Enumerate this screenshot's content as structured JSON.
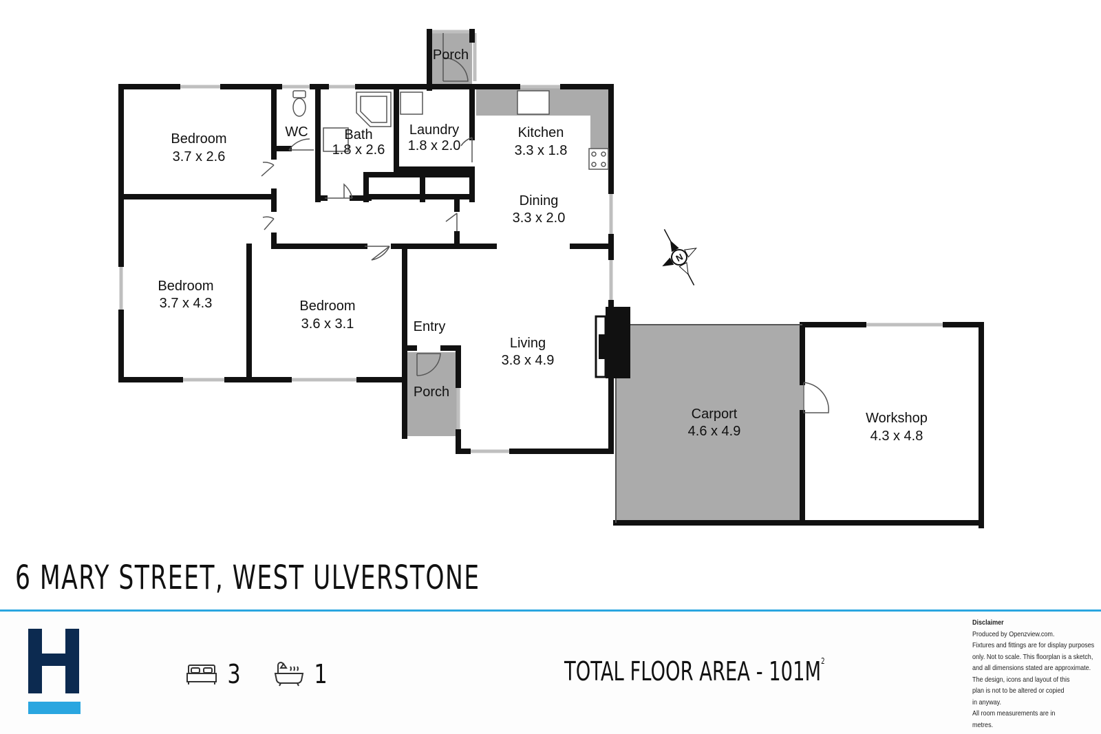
{
  "address": "6 MARY STREET, WEST ULVERSTONE",
  "rooms": [
    {
      "id": "bedroom-1",
      "name": "Bedroom",
      "dims": "3.7 x 2.6"
    },
    {
      "id": "wc",
      "name": "WC",
      "dims": ""
    },
    {
      "id": "bath",
      "name": "Bath",
      "dims": "1.8 x 2.6"
    },
    {
      "id": "laundry",
      "name": "Laundry",
      "dims": "1.8 x 2.0"
    },
    {
      "id": "porch-rear",
      "name": "Porch",
      "dims": ""
    },
    {
      "id": "kitchen",
      "name": "Kitchen",
      "dims": "3.3 x 1.8"
    },
    {
      "id": "dining",
      "name": "Dining",
      "dims": "3.3 x 2.0"
    },
    {
      "id": "bedroom-2",
      "name": "Bedroom",
      "dims": "3.7 x 4.3"
    },
    {
      "id": "bedroom-3",
      "name": "Bedroom",
      "dims": "3.6 x 3.1"
    },
    {
      "id": "entry",
      "name": "Entry",
      "dims": ""
    },
    {
      "id": "living",
      "name": "Living",
      "dims": "3.8 x 4.9"
    },
    {
      "id": "porch-front",
      "name": "Porch",
      "dims": ""
    },
    {
      "id": "carport",
      "name": "Carport",
      "dims": "4.6 x 4.9"
    },
    {
      "id": "workshop",
      "name": "Workshop",
      "dims": "4.3 x 4.8"
    }
  ],
  "compass": {
    "label": "N",
    "icon": "north-arrow-icon"
  },
  "features": {
    "bedrooms": {
      "icon": "bed-icon",
      "count": "3"
    },
    "bathrooms": {
      "icon": "bathtub-icon",
      "count": "1"
    }
  },
  "total_area": {
    "label": "TOTAL FLOOR AREA - 101M",
    "unit_sup": "2"
  },
  "disclaimer": {
    "title": "Disclaimer",
    "lines": [
      "Produced by Openzview.com.",
      "Fixtures and fittings are for display purposes",
      "only. Not to scale. This floorplan is a sketch,",
      "and all dimensions stated are approximate.",
      "The design, icons and layout of this",
      "plan is not to be altered or copied",
      "in anyway.",
      "All room measurements are in",
      "metres."
    ]
  },
  "colors": {
    "wall": "#111111",
    "shaded": "#ababab",
    "accent": "#2aa6e0",
    "brand": "#0c2a50",
    "window": "#bfbfbf"
  }
}
